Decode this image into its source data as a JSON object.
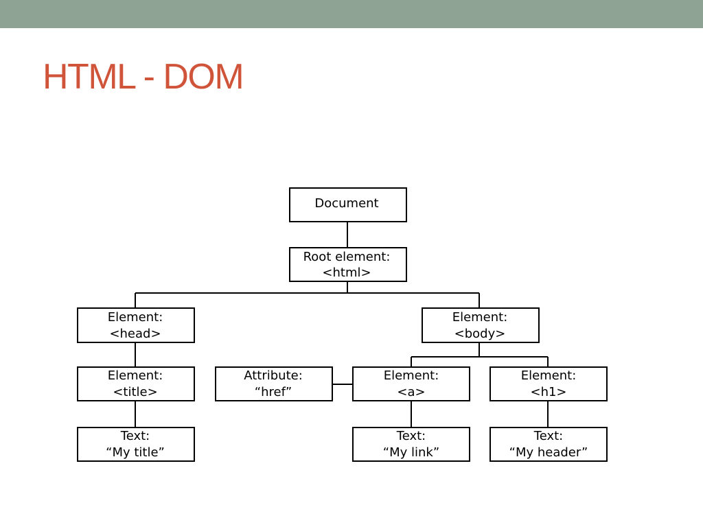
{
  "slide": {
    "title": "HTML - DOM",
    "colors": {
      "top_bar": "#8fa394",
      "title": "#cf543a",
      "background": "#ffffff"
    }
  },
  "diagram": {
    "nodes": {
      "document": {
        "line1": "Document"
      },
      "root": {
        "line1": "Root element:",
        "line2": "<html>"
      },
      "head": {
        "line1": "Element:",
        "line2": "<head>"
      },
      "body": {
        "line1": "Element:",
        "line2": "<body>"
      },
      "title": {
        "line1": "Element:",
        "line2": "<title>"
      },
      "attribute": {
        "line1": "Attribute:",
        "line2": "“href”"
      },
      "a": {
        "line1": "Element:",
        "line2": "<a>"
      },
      "h1": {
        "line1": "Element:",
        "line2": "<h1>"
      },
      "text_title": {
        "line1": "Text:",
        "line2": "“My title”"
      },
      "text_link": {
        "line1": "Text:",
        "line2": "“My link”"
      },
      "text_header": {
        "line1": "Text:",
        "line2": "“My header”"
      }
    }
  }
}
